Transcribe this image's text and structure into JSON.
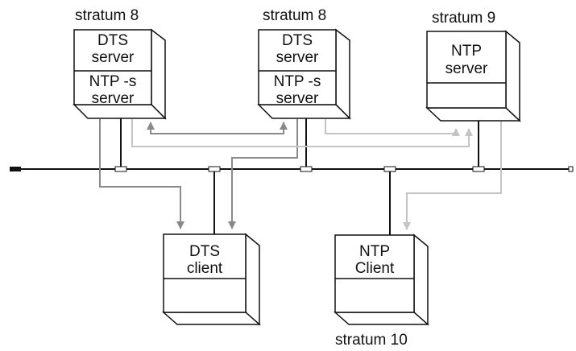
{
  "colors": {
    "line": "#111111",
    "arrow_dark": "#8a8a8a",
    "arrow_light": "#c4c4c4",
    "box_side": "#ffffff"
  },
  "nodes": {
    "dts_server_a": {
      "stratum": "stratum 8",
      "top_line1": "DTS",
      "top_line2": "server",
      "bottom_line1": "NTP -s",
      "bottom_line2": "server"
    },
    "dts_server_b": {
      "stratum": "stratum 8",
      "top_line1": "DTS",
      "top_line2": "server",
      "bottom_line1": "NTP -s",
      "bottom_line2": "server"
    },
    "ntp_server": {
      "stratum": "stratum 9",
      "top_line1": "NTP",
      "top_line2": "server"
    },
    "dts_client": {
      "top_line1": "DTS",
      "top_line2": "client"
    },
    "ntp_client": {
      "top_line1": "NTP",
      "top_line2": "Client",
      "stratum": "stratum 10"
    }
  }
}
